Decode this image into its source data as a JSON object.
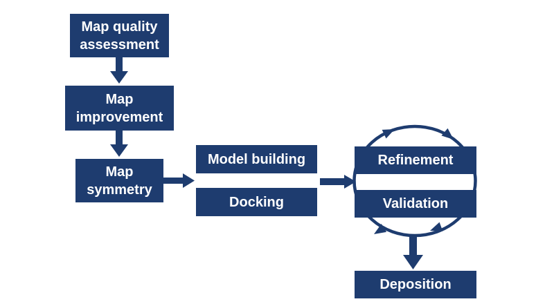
{
  "colors": {
    "node_fill": "#1e3c6f",
    "node_text": "#ffffff",
    "connector": "#1e3c6f",
    "background": "#ffffff"
  },
  "nodes": {
    "map_quality_assessment": {
      "label": "Map quality\nassessment"
    },
    "map_improvement": {
      "label": "Map\nimprovement"
    },
    "map_symmetry": {
      "label": "Map\nsymmetry"
    },
    "model_building": {
      "label": "Model building"
    },
    "docking": {
      "label": "Docking"
    },
    "refinement": {
      "label": "Refinement"
    },
    "validation": {
      "label": "Validation"
    },
    "deposition": {
      "label": "Deposition"
    }
  },
  "edges": [
    {
      "from": "map_quality_assessment",
      "to": "map_improvement",
      "style": "straight-arrow-down"
    },
    {
      "from": "map_improvement",
      "to": "map_symmetry",
      "style": "straight-arrow-down"
    },
    {
      "from": "map_symmetry",
      "to": "model_building / docking",
      "style": "straight-arrow-right"
    },
    {
      "from": "model_building / docking",
      "to": "refinement / validation",
      "style": "straight-arrow-right"
    },
    {
      "between": [
        "refinement",
        "validation"
      ],
      "style": "circular-cycle",
      "direction": "clockwise"
    },
    {
      "from": "refinement / validation cycle",
      "to": "deposition",
      "style": "straight-arrow-down"
    }
  ]
}
